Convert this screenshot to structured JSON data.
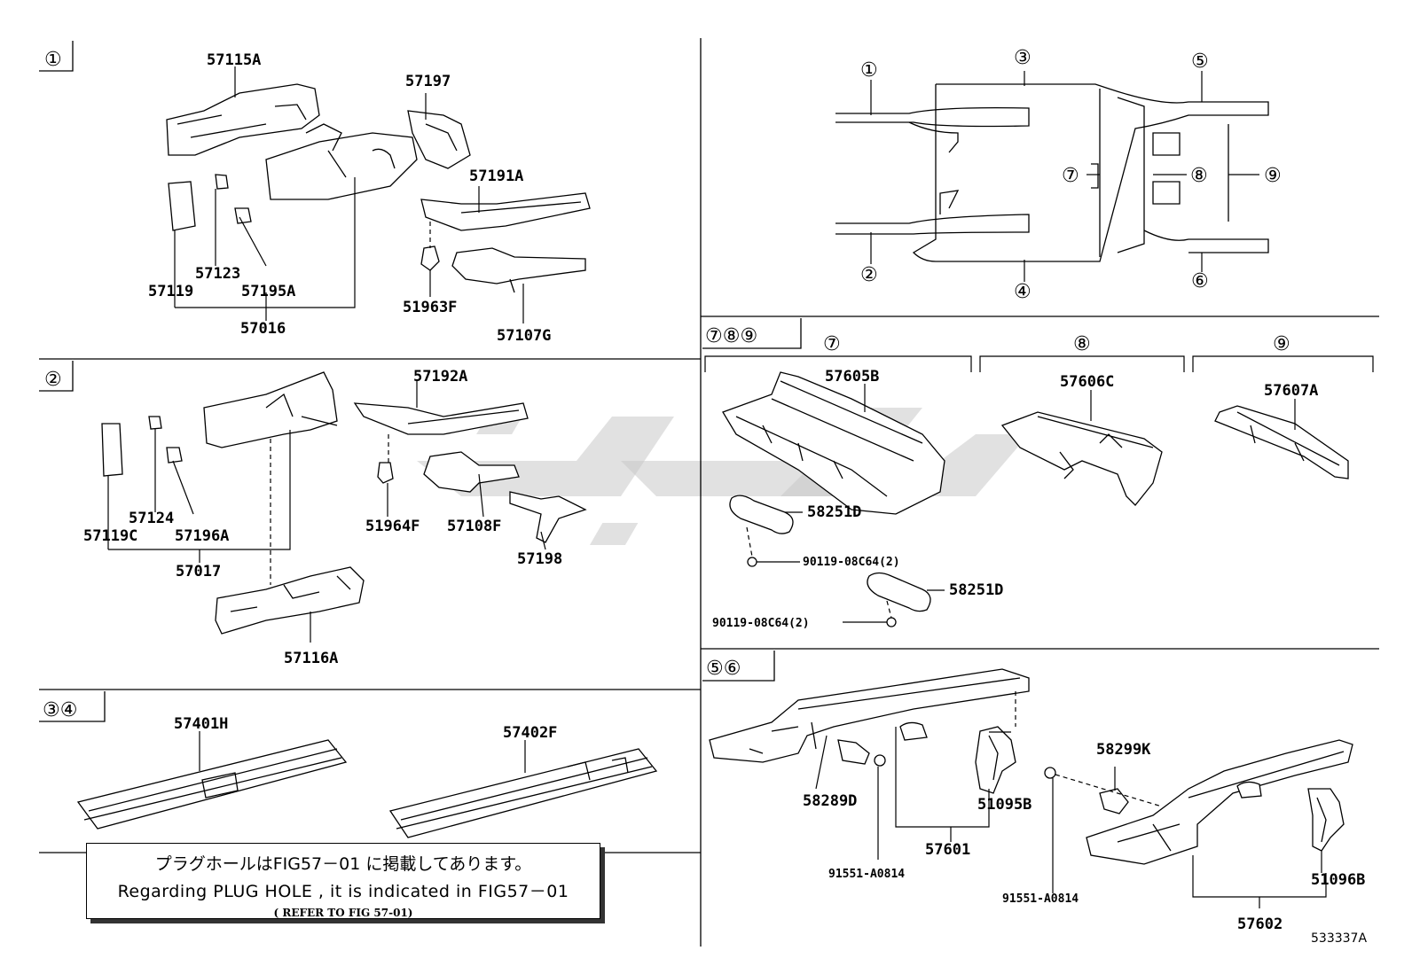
{
  "diagram_id": "533337A",
  "sections": {
    "s1": {
      "tag": "①"
    },
    "s2": {
      "tag": "②"
    },
    "s34": {
      "tag": "③④"
    },
    "s789": {
      "tag": "⑦⑧⑨",
      "sub7": "⑦",
      "sub8": "⑧",
      "sub9": "⑨"
    },
    "s56": {
      "tag": "⑤⑥"
    }
  },
  "overview": {
    "c1": "①",
    "c2": "②",
    "c3": "③",
    "c4": "④",
    "c5": "⑤",
    "c6": "⑥",
    "c7": "⑦",
    "c8": "⑧",
    "c9": "⑨"
  },
  "parts": {
    "p57115A": "57115A",
    "p57197": "57197",
    "p57191A": "57191A",
    "p57123": "57123",
    "p57119": "57119",
    "p57195A": "57195A",
    "p57016": "57016",
    "p51963F": "51963F",
    "p57107G": "57107G",
    "p57192A": "57192A",
    "p57124": "57124",
    "p57119C": "57119C",
    "p57196A": "57196A",
    "p57017": "57017",
    "p51964F": "51964F",
    "p57108F": "57108F",
    "p57198": "57198",
    "p57116A": "57116A",
    "p57401H": "57401H",
    "p57402F": "57402F",
    "p57605B": "57605B",
    "p57606C": "57606C",
    "p57607A": "57607A",
    "p58251D_a": "58251D",
    "p58251D_b": "58251D",
    "p90119_a": "90119-08C64(2)",
    "p90119_b": "90119-08C64(2)",
    "p58299K": "58299K",
    "p58289D": "58289D",
    "p51095B": "51095B",
    "p57601": "57601",
    "p91551_a": "91551-A0814",
    "p91551_b": "91551-A0814",
    "p51096B": "51096B",
    "p57602": "57602"
  },
  "note": {
    "jp": "プラグホールはFIG57－01 に掲載してあります。",
    "en": "Regarding  PLUG HOLE , it is indicated in FIG57－01",
    "ref": "( REFER TO FIG 57-01)"
  }
}
